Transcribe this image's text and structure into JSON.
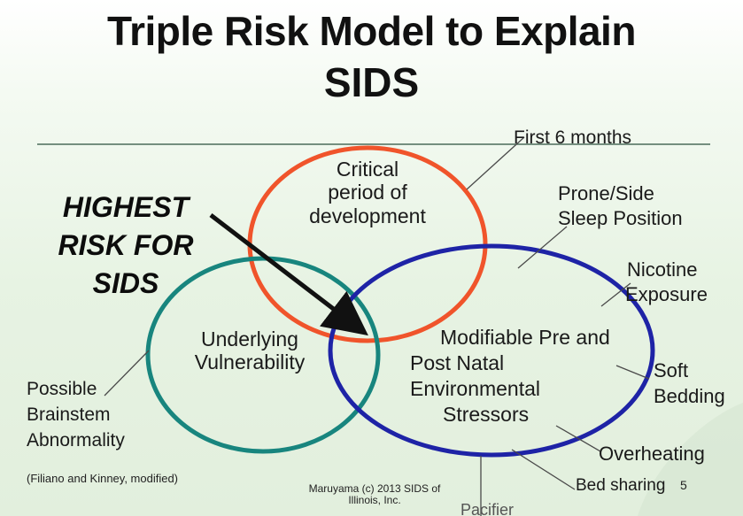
{
  "title": {
    "line1": "Triple Risk Model to Explain",
    "line2": "SIDS"
  },
  "highest_risk": {
    "line1": "HIGHEST",
    "line2": "RISK FOR",
    "line3": "SIDS"
  },
  "circles": {
    "critical": {
      "line1": "Critical",
      "line2": "period of",
      "line3": "development",
      "color": "#f0542b"
    },
    "vulnerability": {
      "line1": "Underlying",
      "line2": "Vulnerability",
      "color": "#18857e"
    },
    "stressors": {
      "line1": "Modifiable Pre and",
      "line2": "Post Natal",
      "line3": "Environmental",
      "line4": "Stressors",
      "color": "#1e23a6"
    }
  },
  "callouts": {
    "first_6_months": "First 6 months",
    "prone_side_1": "Prone/Side",
    "prone_side_2": "Sleep Position",
    "nicotine_1": "Nicotine",
    "nicotine_2": "Exposure",
    "soft_1": "Soft",
    "soft_2": "Bedding",
    "overheating": "Overheating",
    "bed_sharing": "Bed sharing",
    "pacifier": "Pacifier",
    "brainstem_1": "Possible",
    "brainstem_2": "Brainstem",
    "brainstem_3": "Abnormality"
  },
  "footer": {
    "citation": "(Filiano and Kinney, modified)",
    "copyright_1": "Maruyama (c) 2013  SIDS of",
    "copyright_2": "Illinois, Inc.",
    "slide_number": "5"
  }
}
